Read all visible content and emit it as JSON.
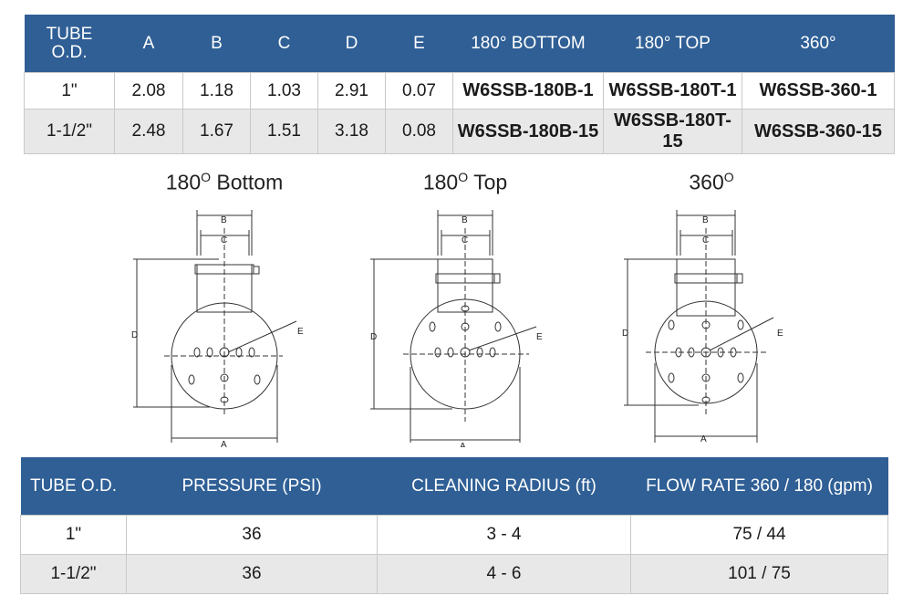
{
  "spec_table": {
    "headers": [
      "TUBE O.D.",
      "A",
      "B",
      "C",
      "D",
      "E",
      "180° BOTTOM",
      "180° TOP",
      "360°"
    ],
    "rows": [
      [
        "1\"",
        "2.08",
        "1.18",
        "1.03",
        "2.91",
        "0.07",
        "W6SSB-180B-1",
        "W6SSB-180T-1",
        "W6SSB-360-1"
      ],
      [
        "1-1/2\"",
        "2.48",
        "1.67",
        "1.51",
        "3.18",
        "0.08",
        "W6SSB-180B-15",
        "W6SSB-180T-15",
        "W6SSB-360-15"
      ]
    ]
  },
  "diagrams": {
    "bottom": {
      "title": "180",
      "deg": "O",
      "title_rest": " Bottom"
    },
    "top": {
      "title": "180",
      "deg": "O",
      "title_rest": " Top"
    },
    "full": {
      "title": "360",
      "deg": "O",
      "title_rest": ""
    },
    "labels": {
      "a": "A",
      "b": "B",
      "c": "C",
      "d": "D",
      "e": "E"
    }
  },
  "perf_table": {
    "headers": [
      "TUBE O.D.",
      "PRESSURE (PSI)",
      "CLEANING RADIUS (ft)",
      "FLOW RATE  360 / 180 (gpm)"
    ],
    "rows": [
      [
        "1\"",
        "36",
        "3 - 4",
        "75 / 44"
      ],
      [
        "1-1/2\"",
        "36",
        "4 - 6",
        "101 / 75"
      ]
    ]
  },
  "colors": {
    "header_bg": "#2f5f95",
    "shaded_row": "#e8e8e8"
  }
}
